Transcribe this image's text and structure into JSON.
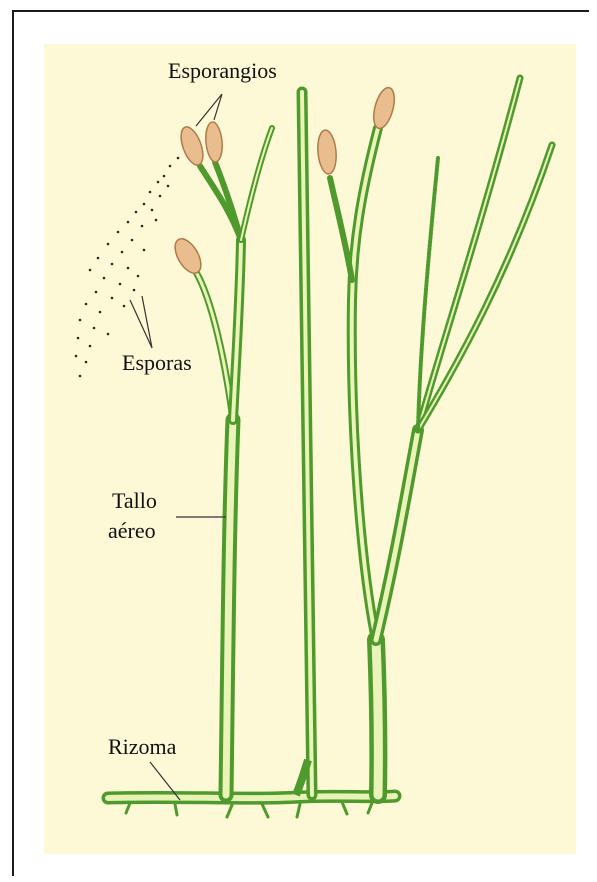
{
  "figure": {
    "background_color": "#fdf8d6",
    "stem_color": "#5fae3c",
    "stem_inner_color": "#eaf3b8",
    "sporangium_color": "#e9bd8d",
    "labels": {
      "sporangia": "Esporangios",
      "spores": "Esporas",
      "aerial_stem_line1": "Tallo",
      "aerial_stem_line2": "aéreo",
      "rhizome": "Rizoma"
    }
  }
}
